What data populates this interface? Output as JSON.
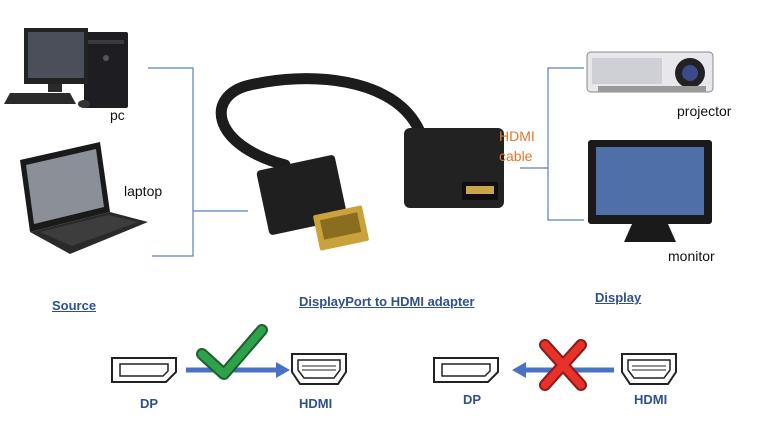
{
  "devices": {
    "pc": "pc",
    "laptop": "laptop",
    "projector": "projector",
    "monitor": "monitor"
  },
  "cable": {
    "line1": "HDMI",
    "line2": "cable"
  },
  "headings": {
    "source": "Source",
    "adapter": "DisplayPort to HDMI adapter",
    "display": "Display"
  },
  "ports": {
    "left_dp": "DP",
    "left_hdmi": "HDMI",
    "right_dp": "DP",
    "right_hdmi": "HDMI"
  },
  "colors": {
    "connector_line": "#5b7fbf",
    "arrow": "#4a72c4",
    "check": "#2da24a",
    "cross": "#e8312a",
    "cable_text": "#e0752a",
    "heading": "#2f4f8f"
  },
  "icons": {
    "valid_direction": "check-icon",
    "invalid_direction": "cross-icon"
  }
}
